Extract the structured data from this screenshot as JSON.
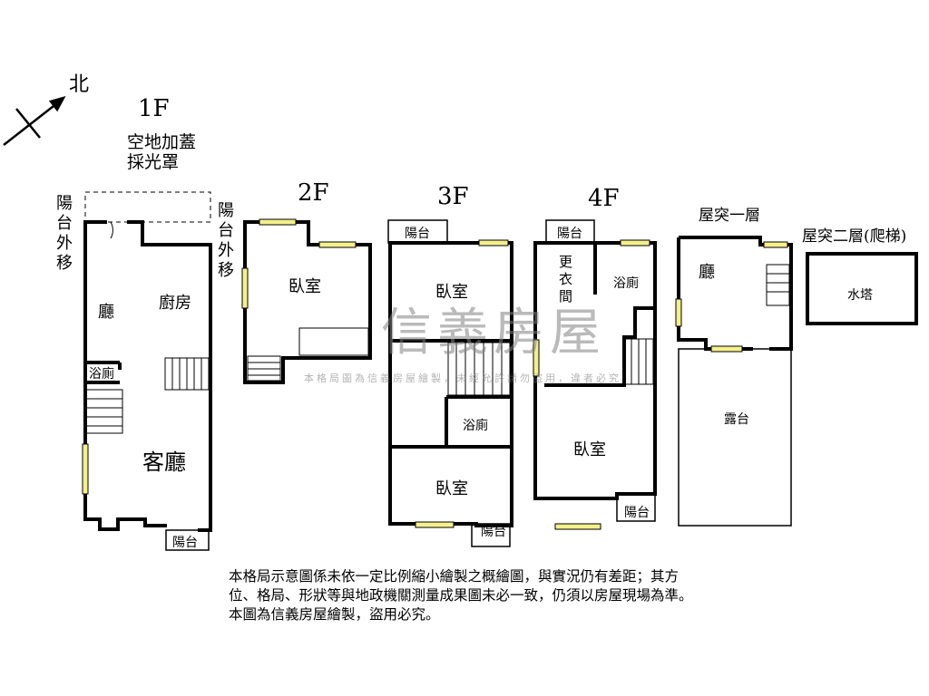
{
  "compass": {
    "label": "北"
  },
  "floors": {
    "f1": {
      "title": "1F",
      "skylight": "空地加蓋採光罩",
      "balcony_moved": "陽台外移",
      "rooms": [
        "廳",
        "廚房",
        "浴廁",
        "客廳",
        "陽台"
      ]
    },
    "f2": {
      "title": "2F",
      "balcony_moved": "陽台外移",
      "rooms": [
        "臥室"
      ]
    },
    "f3": {
      "title": "3F",
      "rooms": [
        "陽台",
        "臥室",
        "浴廁",
        "臥室",
        "陽台"
      ]
    },
    "f4": {
      "title": "4F",
      "rooms": [
        "陽台",
        "更衣間",
        "浴廁",
        "臥室",
        "陽台"
      ]
    },
    "roof1": {
      "title": "屋突一層",
      "rooms": [
        "廳",
        "露台"
      ]
    },
    "roof2": {
      "title": "屋突二層(爬梯)",
      "rooms": [
        "水塔"
      ]
    }
  },
  "watermark": {
    "brand": "信義房屋",
    "notice": "本格局圖為信義房屋繪製，未經允許請勿盜用，違者必究"
  },
  "disclaimer": [
    "本格局示意圖係未依一定比例縮小繪製之概繪圖，與實況仍有差距；其方",
    "位、格局、形狀等與地政機關測量成果圖未必一致，仍須以房屋現場為準。",
    "本圖為信義房屋繪製，盜用必究。"
  ],
  "colors": {
    "wall": "#000000",
    "window": "#f4f08a",
    "watermark": "#8c8c8c"
  }
}
